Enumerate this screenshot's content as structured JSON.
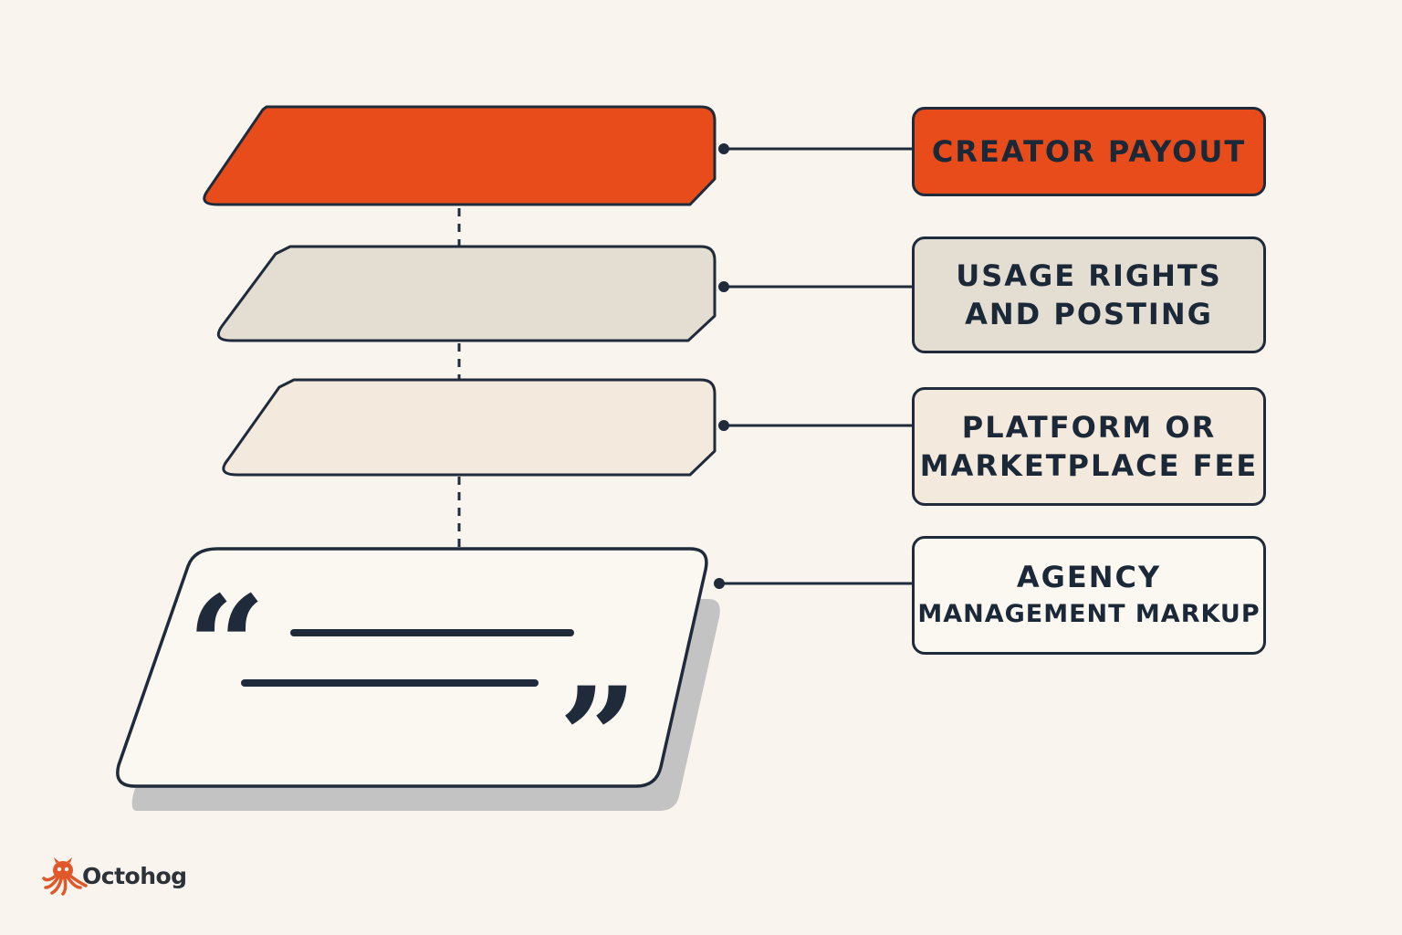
{
  "layers": [
    {
      "id": "creator",
      "label": "Creator Payout",
      "fill": "#e84c1a"
    },
    {
      "id": "usage",
      "label": "Usage Rights\nand Posting",
      "fill": "#e3ddd2"
    },
    {
      "id": "platform",
      "label": "Platform or\nMarketplace Fee",
      "fill": "#f3e9dc"
    },
    {
      "id": "agency",
      "label_line1": "Agency",
      "label_line2": "Management Markup",
      "fill": "#fbf7f1"
    }
  ],
  "quote_card": {
    "open_quote": "“",
    "close_quote": "”"
  },
  "colors": {
    "background": "#f9f4ee",
    "outline": "#1f2b3a",
    "accent": "#e84c1a",
    "shadow": "#c3c3c3",
    "logo": "#e0582a"
  },
  "logo": {
    "text": "Octohog",
    "icon": "octopus-icon"
  }
}
